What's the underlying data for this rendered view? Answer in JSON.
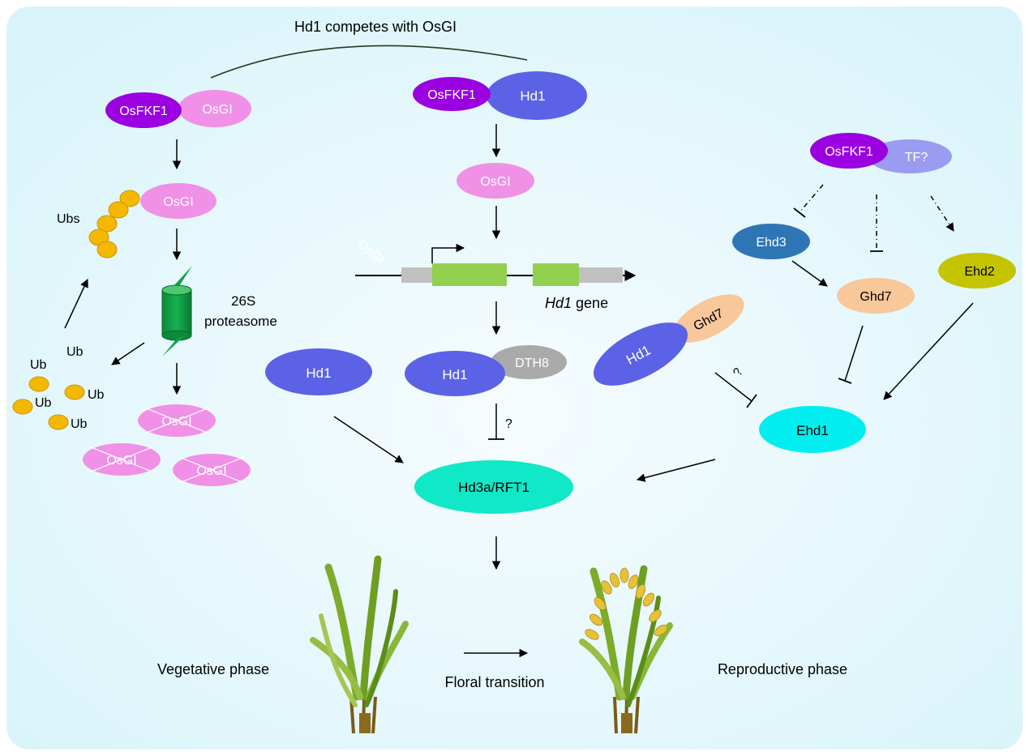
{
  "diagram": {
    "top_label": "Hd1 competes with OsGI",
    "left_module": {
      "complex": {
        "osfkf1": "OsFKF1",
        "osgi": "OsGI"
      },
      "ubiquitinated_osgi": "OsGI",
      "ubs_label": "Ubs",
      "proteasome_label_line1": "26S",
      "proteasome_label_line2": "proteasome",
      "ub_labels": [
        "Ub",
        "Ub",
        "Ub",
        "Ub",
        "Ub"
      ],
      "degraded_osgi": [
        "OsGI",
        "OsGI",
        "OsGI"
      ]
    },
    "center_module": {
      "complex": {
        "osfkf1": "OsFKF1",
        "hd1": "Hd1"
      },
      "osgi": "OsGI",
      "osgi_on_gene": "OsGI",
      "gene_name": "Hd1",
      "gene_suffix": " gene",
      "hd1_free": "Hd1",
      "hd1_dth8": {
        "hd1": "Hd1",
        "dth8": "DTH8"
      },
      "question_mark": "?",
      "target": "Hd3a/RFT1"
    },
    "right_module": {
      "complex": {
        "osfkf1": "OsFKF1",
        "tf": "TF?"
      },
      "ehd3": "Ehd3",
      "ghd7": "Ghd7",
      "ehd2": "Ehd2",
      "ehd1": "Ehd1",
      "hd1_ghd7": {
        "hd1": "Hd1",
        "ghd7": "Ghd7"
      },
      "question_mark": "?"
    },
    "phases": {
      "vegetative": "Vegetative phase",
      "transition": "Floral transition",
      "reproductive": "Reproductive phase"
    },
    "colors": {
      "background": "#e6f7fb",
      "osfkf1": "#9a00e0",
      "osgi": "#f090e6",
      "hd1": "#5b62e6",
      "tf": "#9a9cf2",
      "ehd3": "#2e75b6",
      "ghd7": "#f8c79a",
      "ehd2": "#c4c400",
      "ehd1": "#00eef0",
      "hd3a": "#10e8c8",
      "dth8": "#aaaaaa",
      "exon": "#92d050",
      "ub": "#f5b800"
    }
  }
}
